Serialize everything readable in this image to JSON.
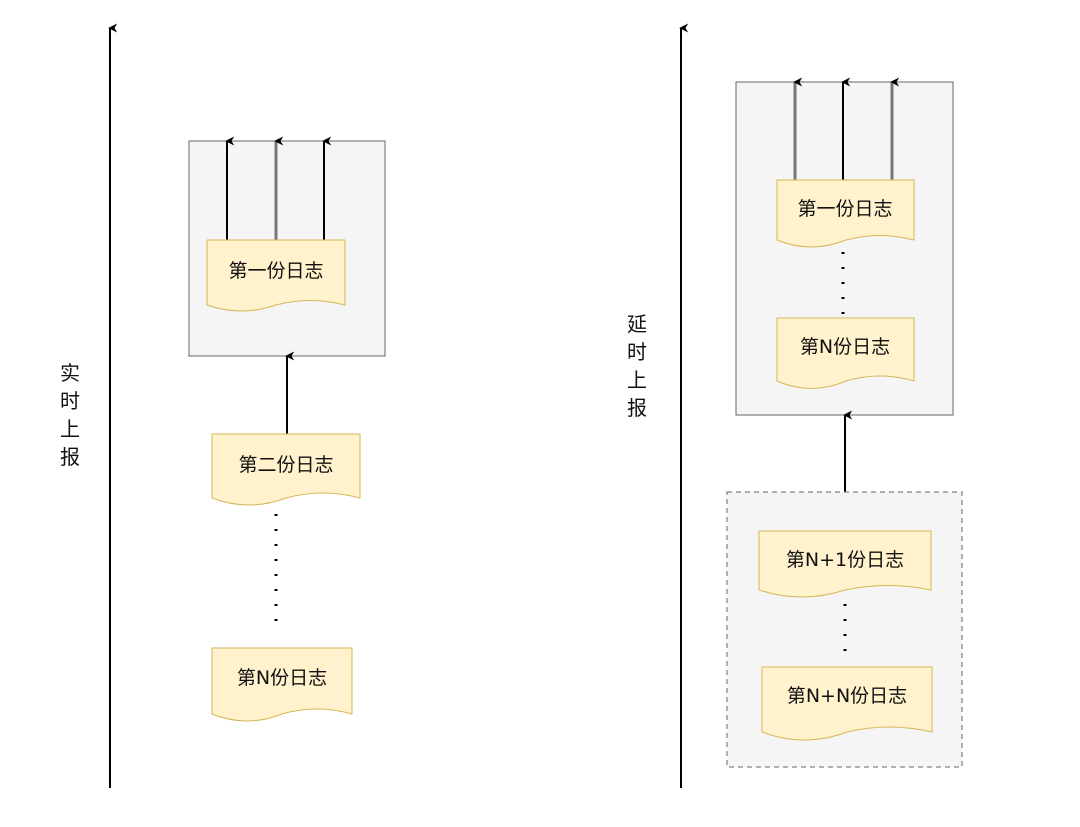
{
  "left_panel": {
    "axis_label": "实时上报",
    "docs": [
      "第一份日志",
      "第二份日志",
      "第N份日志"
    ]
  },
  "right_panel": {
    "axis_label": "延时上报",
    "docs": [
      "第一份日志",
      "第N份日志",
      "第N+1份日志",
      "第N+N份日志"
    ]
  },
  "colors": {
    "doc_fill": "#fff2cc",
    "doc_stroke": "#d6b656",
    "box_fill": "#f5f5f5",
    "box_stroke": "#666666",
    "line": "#000000"
  }
}
